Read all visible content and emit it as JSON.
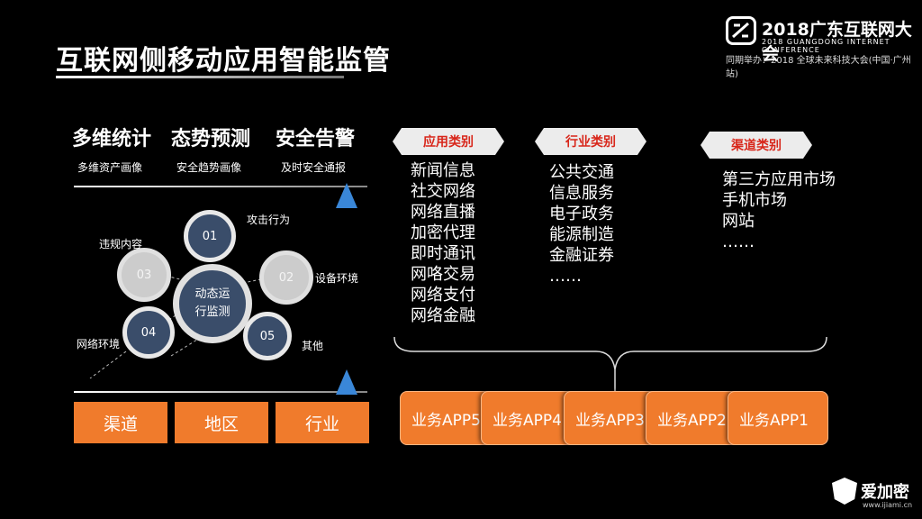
{
  "slide": {
    "title": "互联网侧移动应用智能监管",
    "conference": {
      "name": "2018广东互联网大会",
      "english": "2018 GUANGDONG INTERNET CONFERENCE",
      "subline": "同期举办：2018 全球未来科技大会(中国·广州站)"
    },
    "features": [
      {
        "title": "多维统计",
        "sub": "多维资产画像"
      },
      {
        "title": "态势预测",
        "sub": "安全趋势画像"
      },
      {
        "title": "安全告警",
        "sub": "及时安全通报"
      }
    ],
    "hub": {
      "line1": "动态运",
      "line2": "行监测"
    },
    "bubbles": [
      {
        "num": "01",
        "label": "攻击行为"
      },
      {
        "num": "02",
        "label": "设备环境"
      },
      {
        "num": "03",
        "label": "违规内容"
      },
      {
        "num": "04",
        "label": "网络环境"
      },
      {
        "num": "05",
        "label": "其他"
      }
    ],
    "bottom_buttons": [
      "渠道",
      "地区",
      "行业"
    ],
    "categories": [
      {
        "tag": "应用类别",
        "items": [
          "新闻信息",
          "社交网络",
          "网络直播",
          "加密代理",
          "即时通讯",
          "网咯交易",
          "网络支付",
          "网络金融"
        ]
      },
      {
        "tag": "行业类别",
        "items": [
          "公共交通",
          "信息服务",
          "电子政务",
          "能源制造",
          "金融证券",
          "……"
        ]
      },
      {
        "tag": "渠道类别",
        "items": [
          "第三方应用市场",
          "手机市场",
          "网站",
          "……"
        ]
      }
    ],
    "apps": [
      "业务APP5",
      "业务APP4",
      "业务APP3",
      "业务APP2",
      "业务APP1"
    ],
    "watermark": {
      "brand": "爱加密",
      "url": "www.ijiami.cn"
    },
    "colors": {
      "accent_orange": "#f07b2c",
      "tag_red": "#d8261a",
      "bubble_navy": "#3a4d6a",
      "triangle_blue": "#3a87d8"
    }
  }
}
